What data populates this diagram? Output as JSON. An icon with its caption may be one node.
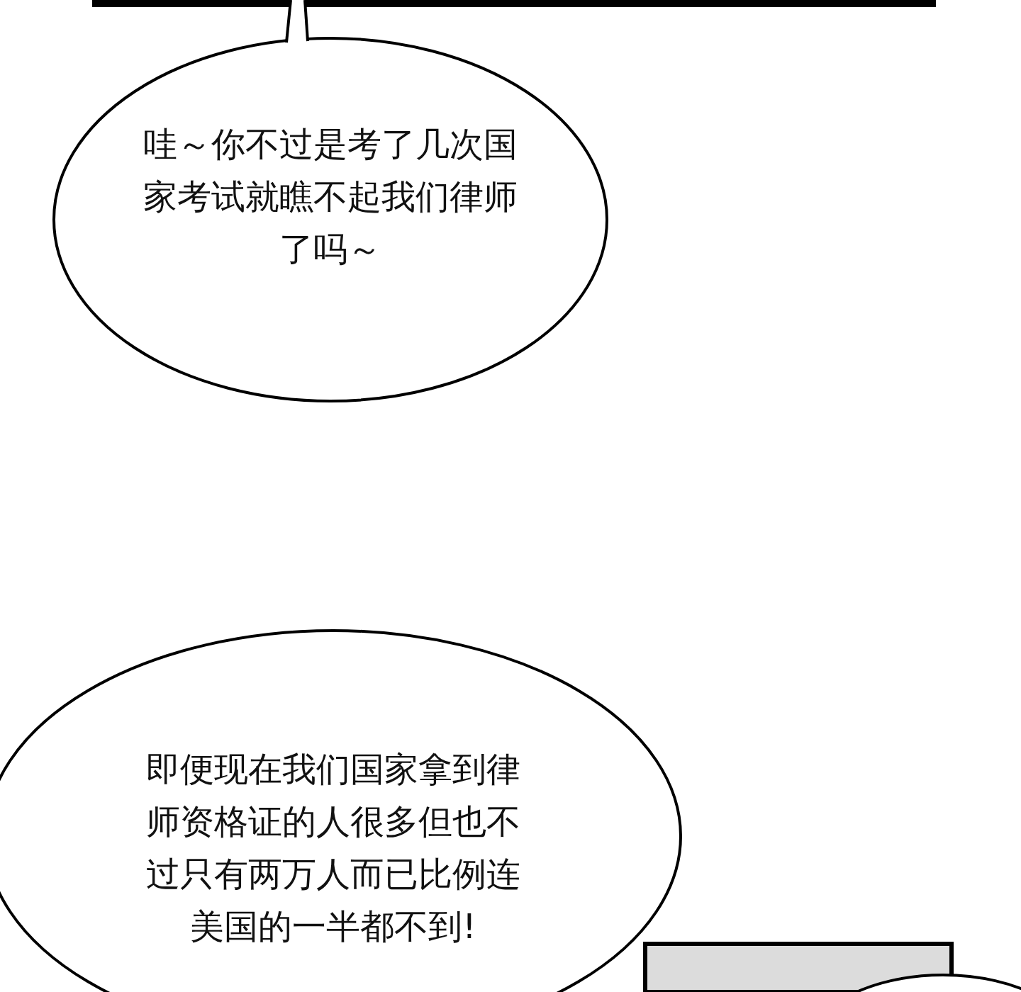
{
  "diagram": {
    "nodes": [
      {
        "text": [
          "哇～你不过是考了几次国家考试就瞧不起我们律师了吗～"
        ]
      },
      {
        "text": [
          "即便现在我们国家拿到律师资格证的人很多但也不过只有两万人而已比例连美国的一半都不到!"
        ]
      },
      {
        "text": [],
        "shape": "ellipse"
      }
    ]
  }
}
